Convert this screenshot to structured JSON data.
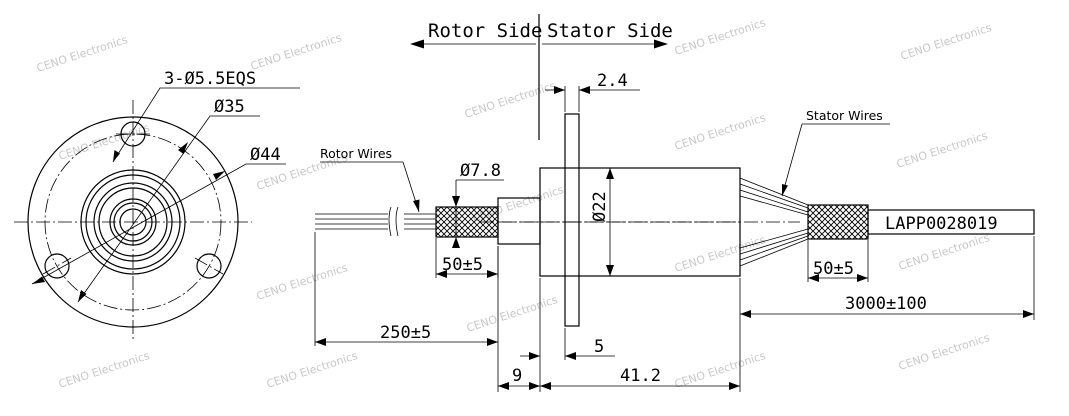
{
  "watermark": "CENO Electronics",
  "side_labels": {
    "rotor": "Rotor Side",
    "stator": "Stator Side"
  },
  "front_view": {
    "holes_callout": "3-Ø5.5EQS",
    "dia_35": "Ø35",
    "dia_44": "Ø44"
  },
  "side_view": {
    "rotor_wires": "Rotor Wires",
    "stator_wires": "Stator Wires",
    "part_number": "LAPP0028019",
    "dim_flange_thickness": "2.4",
    "dim_shaft_dia": "Ø7.8",
    "dim_body_dia": "Ø22",
    "dim_rotor_sleeve": "50±5",
    "dim_stator_sleeve": "50±5",
    "dim_rotor_lead": "250±5",
    "dim_stator_lead": "3000±100",
    "dim_flange_offset": "5",
    "dim_shaft_length": "9",
    "dim_body_length": "41.2"
  }
}
